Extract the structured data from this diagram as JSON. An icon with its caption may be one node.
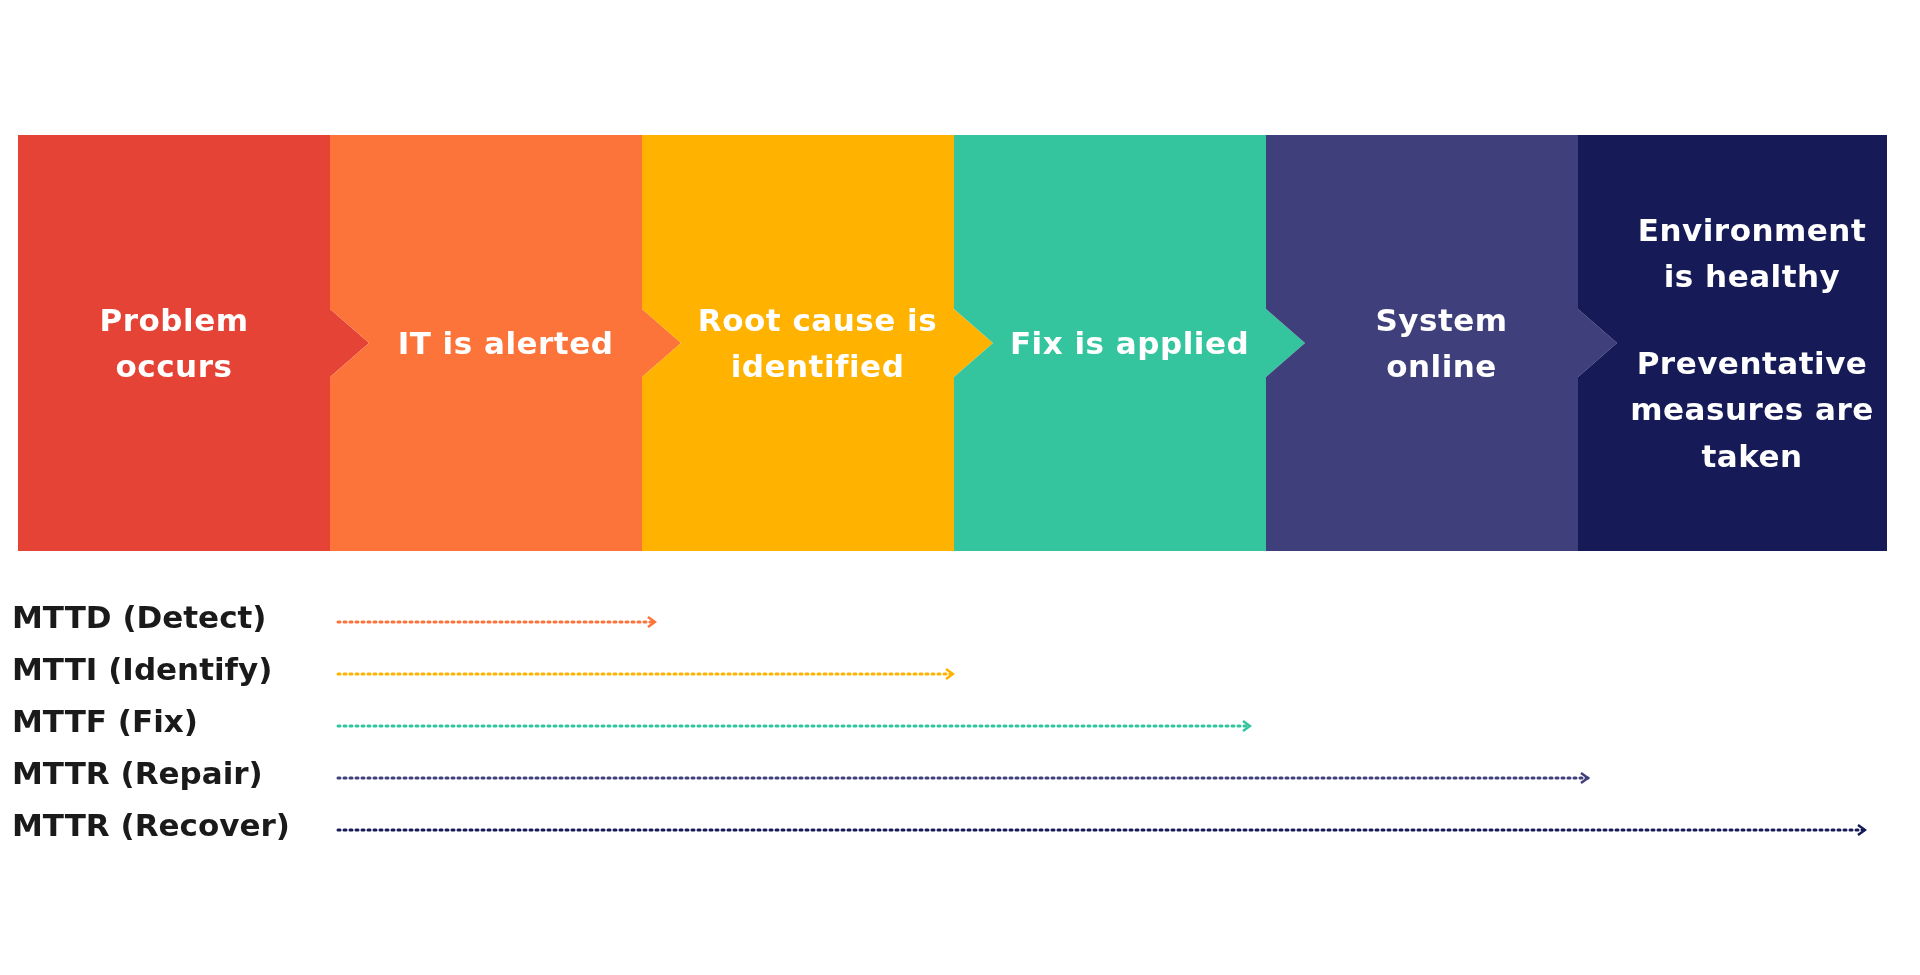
{
  "diagram": {
    "nodes": [
      {
        "text": [
          "Problem occurs"
        ]
      },
      {
        "text": [
          "IT is alerted"
        ]
      },
      {
        "text": [
          "Root cause is identified"
        ]
      },
      {
        "text": [
          "Fix is applied"
        ]
      },
      {
        "text": [
          "System online"
        ]
      },
      {
        "text": [
          "Environment is healthy",
          "Preventative measures are taken"
        ]
      },
      {
        "text": [
          "MTTD (Detect)"
        ]
      },
      {
        "text": [
          "MTTI (Identify)"
        ]
      },
      {
        "text": [
          "MTTF (Fix)"
        ]
      },
      {
        "text": [
          "MTTR (Repair)"
        ]
      },
      {
        "text": [
          "MTTR (Recover)"
        ]
      }
    ],
    "edges": [
      {
        "from": 6,
        "to": null,
        "arrow": "to",
        "style": "dashed",
        "color": "#fc743a"
      },
      {
        "from": 7,
        "to": null,
        "arrow": "to",
        "style": "dashed",
        "color": "#ffb300"
      },
      {
        "from": 8,
        "to": null,
        "arrow": "to",
        "style": "dashed",
        "color": "#34c59f"
      },
      {
        "from": 9,
        "to": null,
        "arrow": "to",
        "style": "dashed",
        "color": "#3f3f7c"
      },
      {
        "from": 10,
        "to": null,
        "arrow": "to",
        "style": "dashed",
        "color": "#161b57"
      }
    ]
  }
}
